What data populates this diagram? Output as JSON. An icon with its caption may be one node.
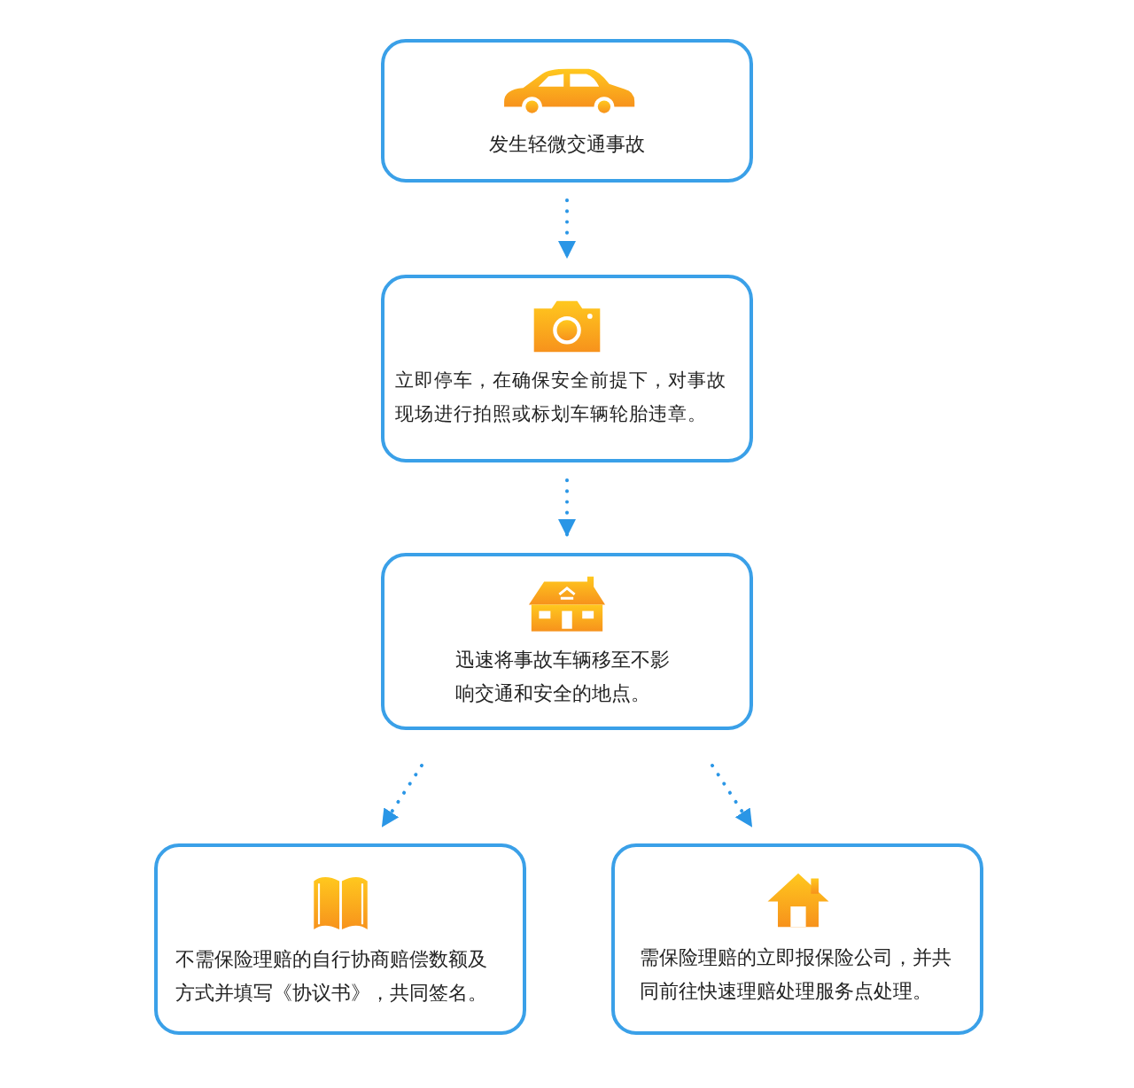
{
  "diagram": {
    "nodes": [
      {
        "text": [
          "发生轻微交通事故"
        ]
      },
      {
        "text": [
          "立即停车，在确保安全前提下，对事故现场进行拍照或标划车辆轮胎违章。"
        ]
      },
      {
        "text": [
          "迅速将事故车辆移至不影响交通和安全的地点。"
        ]
      },
      {
        "text": [
          "不需保险理赔的自行协商赔偿数额及方式并填写《协议书》，共同签名。"
        ]
      },
      {
        "text": [
          "需保险理赔的立即报保险公司，并共同前往快速理赔处理服务点处理。"
        ]
      }
    ],
    "edges": [
      {
        "from": 0,
        "to": 1,
        "arrow": "to",
        "style": "dashed"
      },
      {
        "from": 1,
        "to": 2,
        "arrow": "to",
        "style": "dashed"
      },
      {
        "from": 2,
        "to": 3,
        "arrow": "to",
        "style": "dashed"
      },
      {
        "from": 2,
        "to": 4,
        "arrow": "to",
        "style": "dashed"
      }
    ]
  }
}
